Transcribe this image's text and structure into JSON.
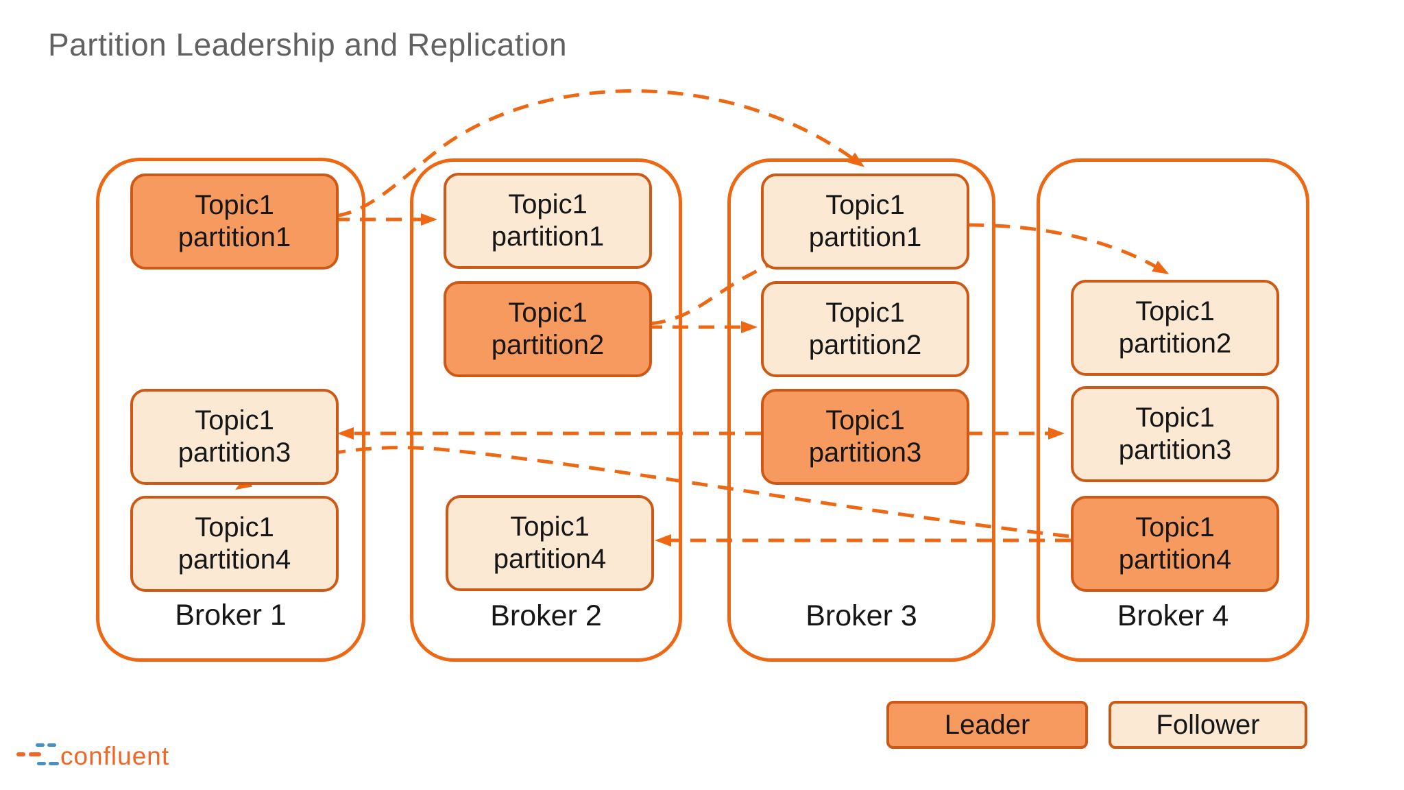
{
  "title": "Partition Leadership and Replication",
  "brokers": [
    {
      "label": "Broker 1",
      "partitions": [
        {
          "topic": "Topic1",
          "partition": "partition1",
          "role": "leader"
        },
        {
          "topic": "Topic1",
          "partition": "partition3",
          "role": "follower"
        },
        {
          "topic": "Topic1",
          "partition": "partition4",
          "role": "follower"
        }
      ]
    },
    {
      "label": "Broker 2",
      "partitions": [
        {
          "topic": "Topic1",
          "partition": "partition1",
          "role": "follower"
        },
        {
          "topic": "Topic1",
          "partition": "partition2",
          "role": "leader"
        },
        {
          "topic": "Topic1",
          "partition": "partition4",
          "role": "follower"
        }
      ]
    },
    {
      "label": "Broker 3",
      "partitions": [
        {
          "topic": "Topic1",
          "partition": "partition1",
          "role": "follower"
        },
        {
          "topic": "Topic1",
          "partition": "partition2",
          "role": "follower"
        },
        {
          "topic": "Topic1",
          "partition": "partition3",
          "role": "leader"
        }
      ]
    },
    {
      "label": "Broker 4",
      "partitions": [
        {
          "topic": "Topic1",
          "partition": "partition2",
          "role": "follower"
        },
        {
          "topic": "Topic1",
          "partition": "partition3",
          "role": "follower"
        },
        {
          "topic": "Topic1",
          "partition": "partition4",
          "role": "leader"
        }
      ]
    }
  ],
  "legend": [
    {
      "label": "Leader",
      "role": "leader"
    },
    {
      "label": "Follower",
      "role": "follower"
    }
  ],
  "replication_arrows": [
    {
      "partition": "partition1",
      "from": "Broker 1",
      "to": "Broker 2"
    },
    {
      "partition": "partition1",
      "from": "Broker 1",
      "to": "Broker 3"
    },
    {
      "partition": "partition2",
      "from": "Broker 2",
      "to": "Broker 3"
    },
    {
      "partition": "partition2",
      "from": "Broker 2",
      "to": "Broker 4"
    },
    {
      "partition": "partition3",
      "from": "Broker 3",
      "to": "Broker 1"
    },
    {
      "partition": "partition3",
      "from": "Broker 3",
      "to": "Broker 4"
    },
    {
      "partition": "partition4",
      "from": "Broker 4",
      "to": "Broker 2"
    },
    {
      "partition": "partition4",
      "from": "Broker 4",
      "to": "Broker 1"
    }
  ],
  "logo": {
    "text": "confluent"
  },
  "colors": {
    "broker_border": "#EE6712",
    "partition_border": "#CC5915",
    "leader_fill": "#F69A60",
    "follower_fill": "#FBE9D4",
    "arrow": "#EE6712",
    "title_text": "#616161",
    "body_text": "#161616",
    "logo_orange": "#F26625",
    "logo_blue": "#468FC9"
  }
}
